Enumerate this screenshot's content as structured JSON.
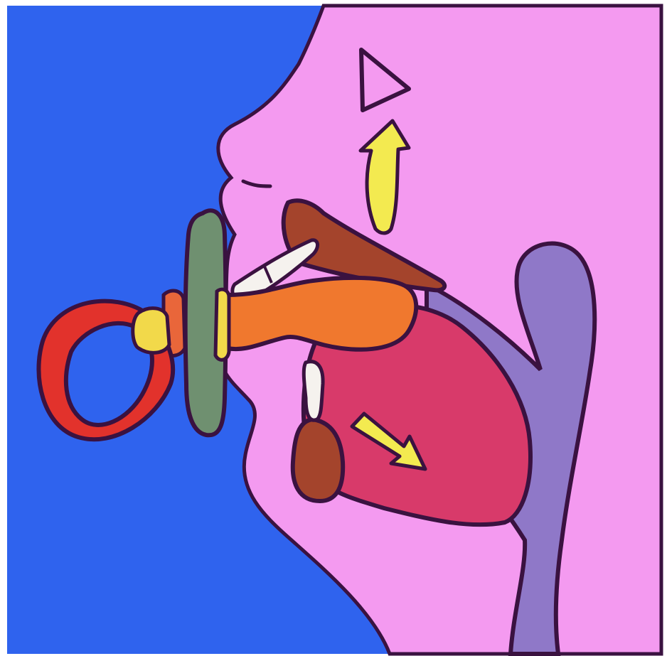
{
  "illustration": {
    "subject": "pacifier-in-mouth-cross-section",
    "colors": {
      "background": "#2f63ee",
      "skin": "#f49af0",
      "outline": "#3a1240",
      "pacifier_shield": "#6f9070",
      "pacifier_ring": "#e2322c",
      "pacifier_knob": "#f2d94a",
      "pacifier_collar": "#e9663a",
      "nipple": "#f0782e",
      "tongue": "#d83a6a",
      "upper_jaw": "#a4442c",
      "lower_jaw": "#a4442c",
      "airway": "#8f78c8",
      "teeth": "#f5f2ee",
      "arrows": "#f3ea50"
    },
    "arrows": [
      {
        "name": "upward-curved-arrow",
        "direction": "up"
      },
      {
        "name": "downward-arrow",
        "direction": "down-right"
      }
    ]
  }
}
